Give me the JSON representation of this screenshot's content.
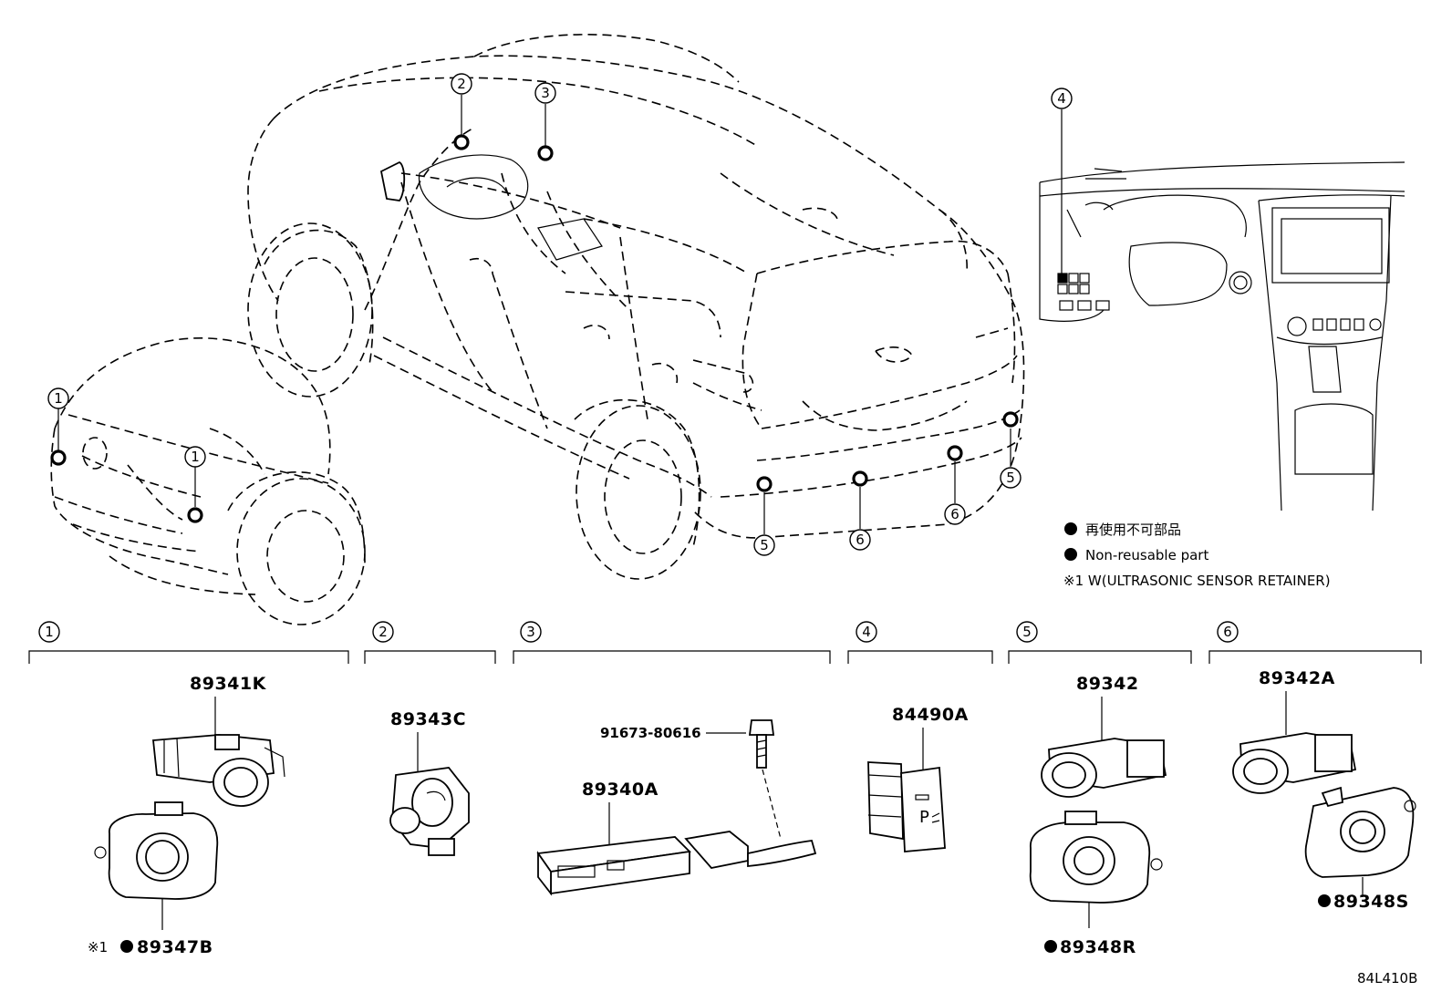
{
  "callouts": {
    "c1": "1",
    "c2": "2",
    "c3": "3",
    "c4": "4",
    "c5": "5",
    "c6": "6"
  },
  "parts": {
    "p89341K": "89341K",
    "p89347B": "89347B",
    "p89343C": "89343C",
    "p91673": "91673-80616",
    "p89340A": "89340A",
    "p84490A": "84490A",
    "p89342": "89342",
    "p89348R": "89348R",
    "p89342A": "89342A",
    "p89348S": "89348S"
  },
  "markers": {
    "note_mark": "※1"
  },
  "legend": {
    "jp": "再使用不可部品",
    "en": "Non-reusable part",
    "note": "※1 W(ULTRASONIC SENSOR RETAINER)"
  },
  "switch_glyph": "P",
  "diagram_code": "84L410B"
}
